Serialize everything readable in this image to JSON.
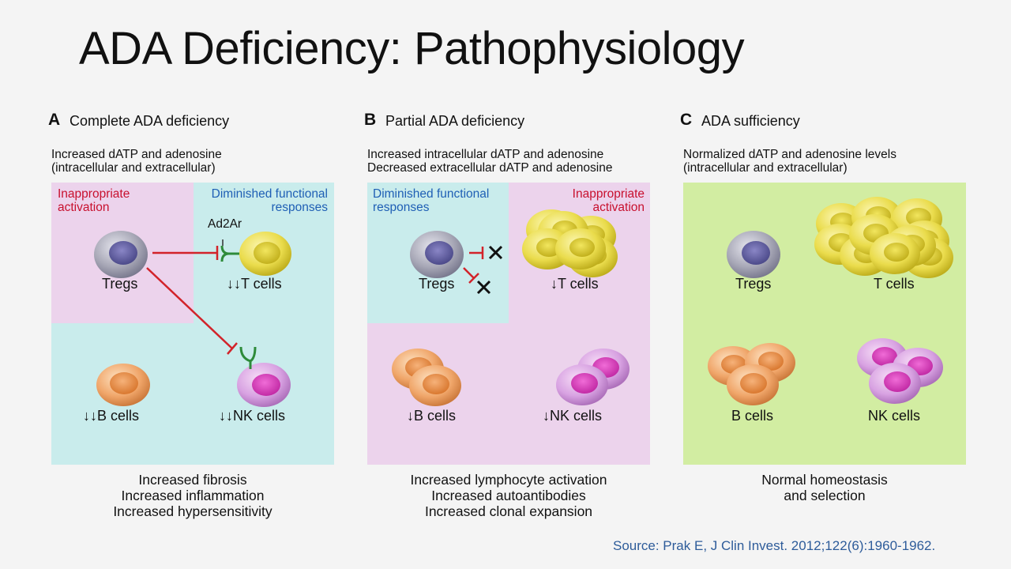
{
  "title": "ADA Deficiency: Pathophysiology",
  "colors": {
    "pink": "#ecd3ec",
    "cyan": "#c9ecec",
    "green": "#d2eda2",
    "red_text": "#c8102e",
    "blue_text": "#1f5fb5",
    "source_text": "#2e5c9a"
  },
  "panels": [
    {
      "letter": "A",
      "heading": "Complete ADA deficiency",
      "desc": [
        "Increased dATP and adenosine",
        "(intracellular and extracellular)"
      ],
      "region_left": [
        "Inappropriate",
        "activation"
      ],
      "region_right": [
        "Diminished functional",
        "responses"
      ],
      "receptor_label": "Ad2Ar",
      "cells": {
        "tregs": "Tregs",
        "t": "↓↓T cells",
        "b": "↓↓B cells",
        "nk": "↓↓NK cells"
      },
      "outcomes": [
        "Increased fibrosis",
        "Increased inflammation",
        "Increased hypersensitivity"
      ]
    },
    {
      "letter": "B",
      "heading": "Partial ADA deficiency",
      "desc": [
        "Increased intracellular dATP and adenosine",
        "Decreased extracellular dATP and adenosine"
      ],
      "region_left": [
        "Diminished functional",
        "responses"
      ],
      "region_right": [
        "Inappropriate",
        "activation"
      ],
      "cells": {
        "tregs": "Tregs",
        "t": "↓T cells",
        "b": "↓B cells",
        "nk": "↓NK cells"
      },
      "outcomes": [
        "Increased lymphocyte activation",
        "Increased autoantibodies",
        "Increased clonal expansion"
      ]
    },
    {
      "letter": "C",
      "heading": "ADA sufficiency",
      "desc": [
        "Normalized dATP and adenosine levels",
        "(intracellular and extracellular)"
      ],
      "cells": {
        "tregs": "Tregs",
        "t": "T cells",
        "b": "B cells",
        "nk": "NK cells"
      },
      "outcomes": [
        "Normal homeostasis",
        "and selection"
      ]
    }
  ],
  "source": "Source: Prak E, J Clin Invest. 2012;122(6):1960-1962."
}
